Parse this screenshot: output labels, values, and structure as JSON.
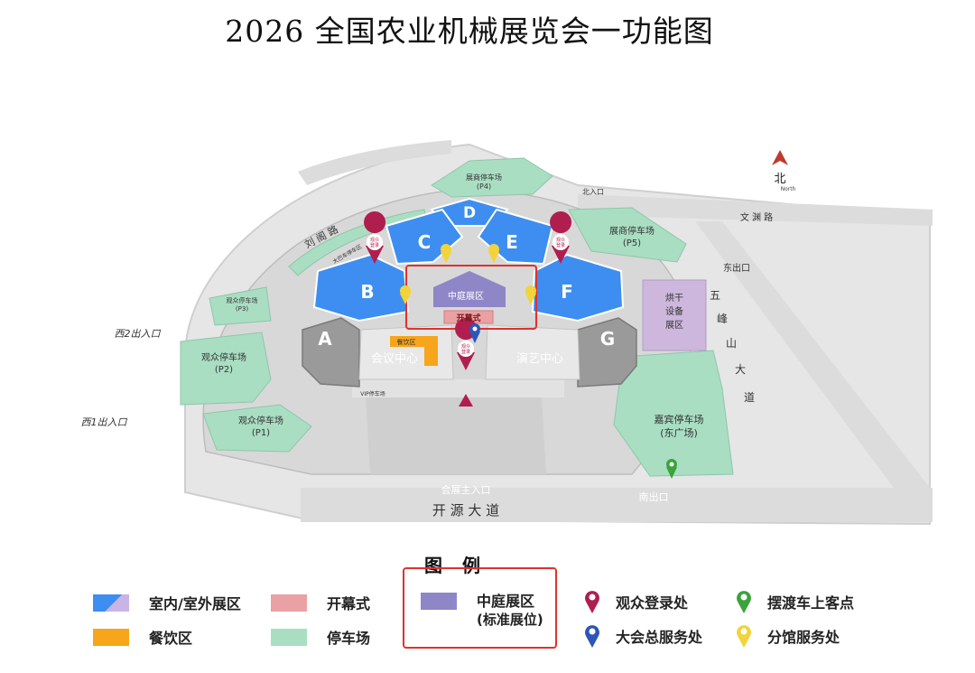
{
  "title": "2026 全国农业机械展览会一功能图",
  "north": {
    "label": "北",
    "sub": "North"
  },
  "halls": {
    "A": "A",
    "B": "B",
    "C": "C",
    "D": "D",
    "E": "E",
    "F": "F",
    "G": "G"
  },
  "areas": {
    "atrium": "中庭展区",
    "opening": "开幕式",
    "conference": "会议中心",
    "performance": "演艺中心",
    "dining": "餐饮区",
    "vip_parking": "VIP停车场",
    "dryer_zone": [
      "烘干",
      "设备",
      "展区"
    ]
  },
  "parking": {
    "p4": [
      "展商停车场",
      "(P4)"
    ],
    "p5": [
      "展商停车场",
      "(P5)"
    ],
    "p3": [
      "观众停车场",
      "(P3)"
    ],
    "p2": [
      "观众停车场",
      "(P2)"
    ],
    "p1": [
      "观众停车场",
      "(P1)"
    ],
    "east": [
      "嘉宾停车场",
      "(东广场)"
    ],
    "bus": "大巴车停车区"
  },
  "roads": {
    "liuge": "刘 阁 路",
    "wenyuan": "文 渊 路",
    "wufeng": [
      "五",
      "峰",
      "山",
      "大",
      "道"
    ],
    "kaiyuan": "开   源   大   道"
  },
  "gates": {
    "north": "北入口",
    "east": "东出口",
    "west2": "西2出入口",
    "west1": "西1出入口",
    "main": "会展主入口",
    "south": "南出口"
  },
  "markers": {
    "audience_reg": [
      "观众",
      "登录"
    ]
  },
  "legend": {
    "title": "图例",
    "items": {
      "exhibit": "室内/室外展区",
      "opening": "开幕式",
      "atrium": [
        "中庭展区",
        "(标准展位)"
      ],
      "audience_reg": "观众登录处",
      "shuttle": "摆渡车上客点",
      "dining": "餐饮区",
      "parking": "停车场",
      "service": "大会总服务处",
      "branch": "分馆服务处"
    }
  },
  "colors": {
    "hall": "#3d8ef0",
    "hall_light": "#c9b4e6",
    "dining": "#f7a51b",
    "opening": "#eaa1a3",
    "parking": "#a9dec3",
    "atrium": "#8e86c7",
    "dryer": "#cdb7dc",
    "pin_reg": "#b01e4f",
    "pin_service": "#2e55b8",
    "pin_shuttle": "#3aa33a",
    "pin_branch": "#f2d43a",
    "highlight": "#e0322c"
  }
}
